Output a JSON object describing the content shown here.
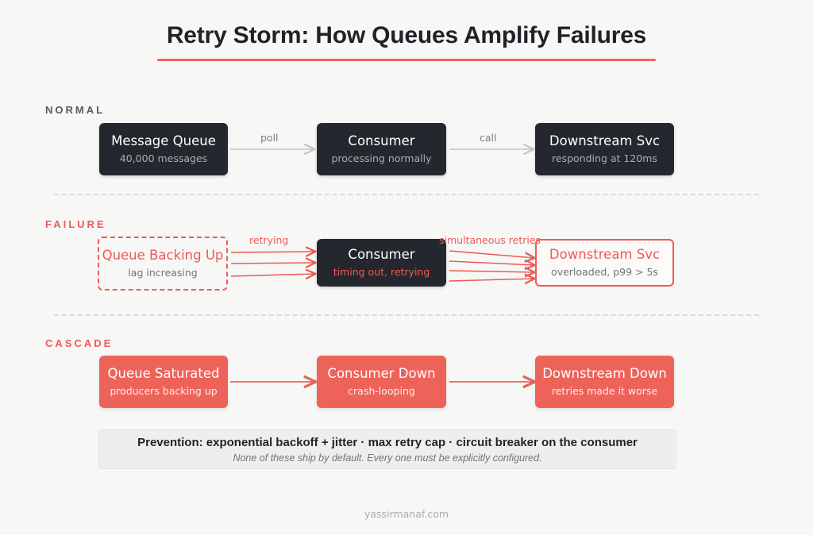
{
  "header": {
    "title": "Retry Storm: How Queues Amplify Failures",
    "accent_color": "#ef6560"
  },
  "sections": [
    {
      "label": "NORMAL",
      "label_color": "#565a61",
      "nodes": [
        {
          "title": "Message Queue",
          "subtitle": "40,000 messages"
        },
        {
          "title": "Consumer",
          "subtitle": "processing normally"
        },
        {
          "title": "Downstream Svc",
          "subtitle": "responding at 120ms"
        }
      ],
      "edges": [
        {
          "label": "poll"
        },
        {
          "label": "call"
        }
      ]
    },
    {
      "label": "FAILURE",
      "label_color": "#ee5a56",
      "nodes": [
        {
          "title": "Queue Backing Up",
          "subtitle": "lag increasing"
        },
        {
          "title": "Consumer",
          "subtitle": "timing out, retrying"
        },
        {
          "title": "Downstream Svc",
          "subtitle": "overloaded, p99 > 5s"
        }
      ],
      "edges": [
        {
          "label": "retrying"
        },
        {
          "label": "simultaneous retries"
        }
      ]
    },
    {
      "label": "CASCADE",
      "label_color": "#ee5a56",
      "nodes": [
        {
          "title": "Queue Saturated",
          "subtitle": "producers backing up"
        },
        {
          "title": "Consumer Down",
          "subtitle": "crash-looping"
        },
        {
          "title": "Downstream Down",
          "subtitle": "retries made it worse"
        }
      ],
      "edges": [
        {
          "label": ""
        },
        {
          "label": ""
        }
      ]
    }
  ],
  "prevention": {
    "main": "Prevention: exponential backoff + jitter · max retry cap · circuit breaker on the consumer",
    "sub": "None of these ship by default. Every one must be explicitly configured."
  },
  "footer": {
    "text": "yassirmanaf.com"
  }
}
